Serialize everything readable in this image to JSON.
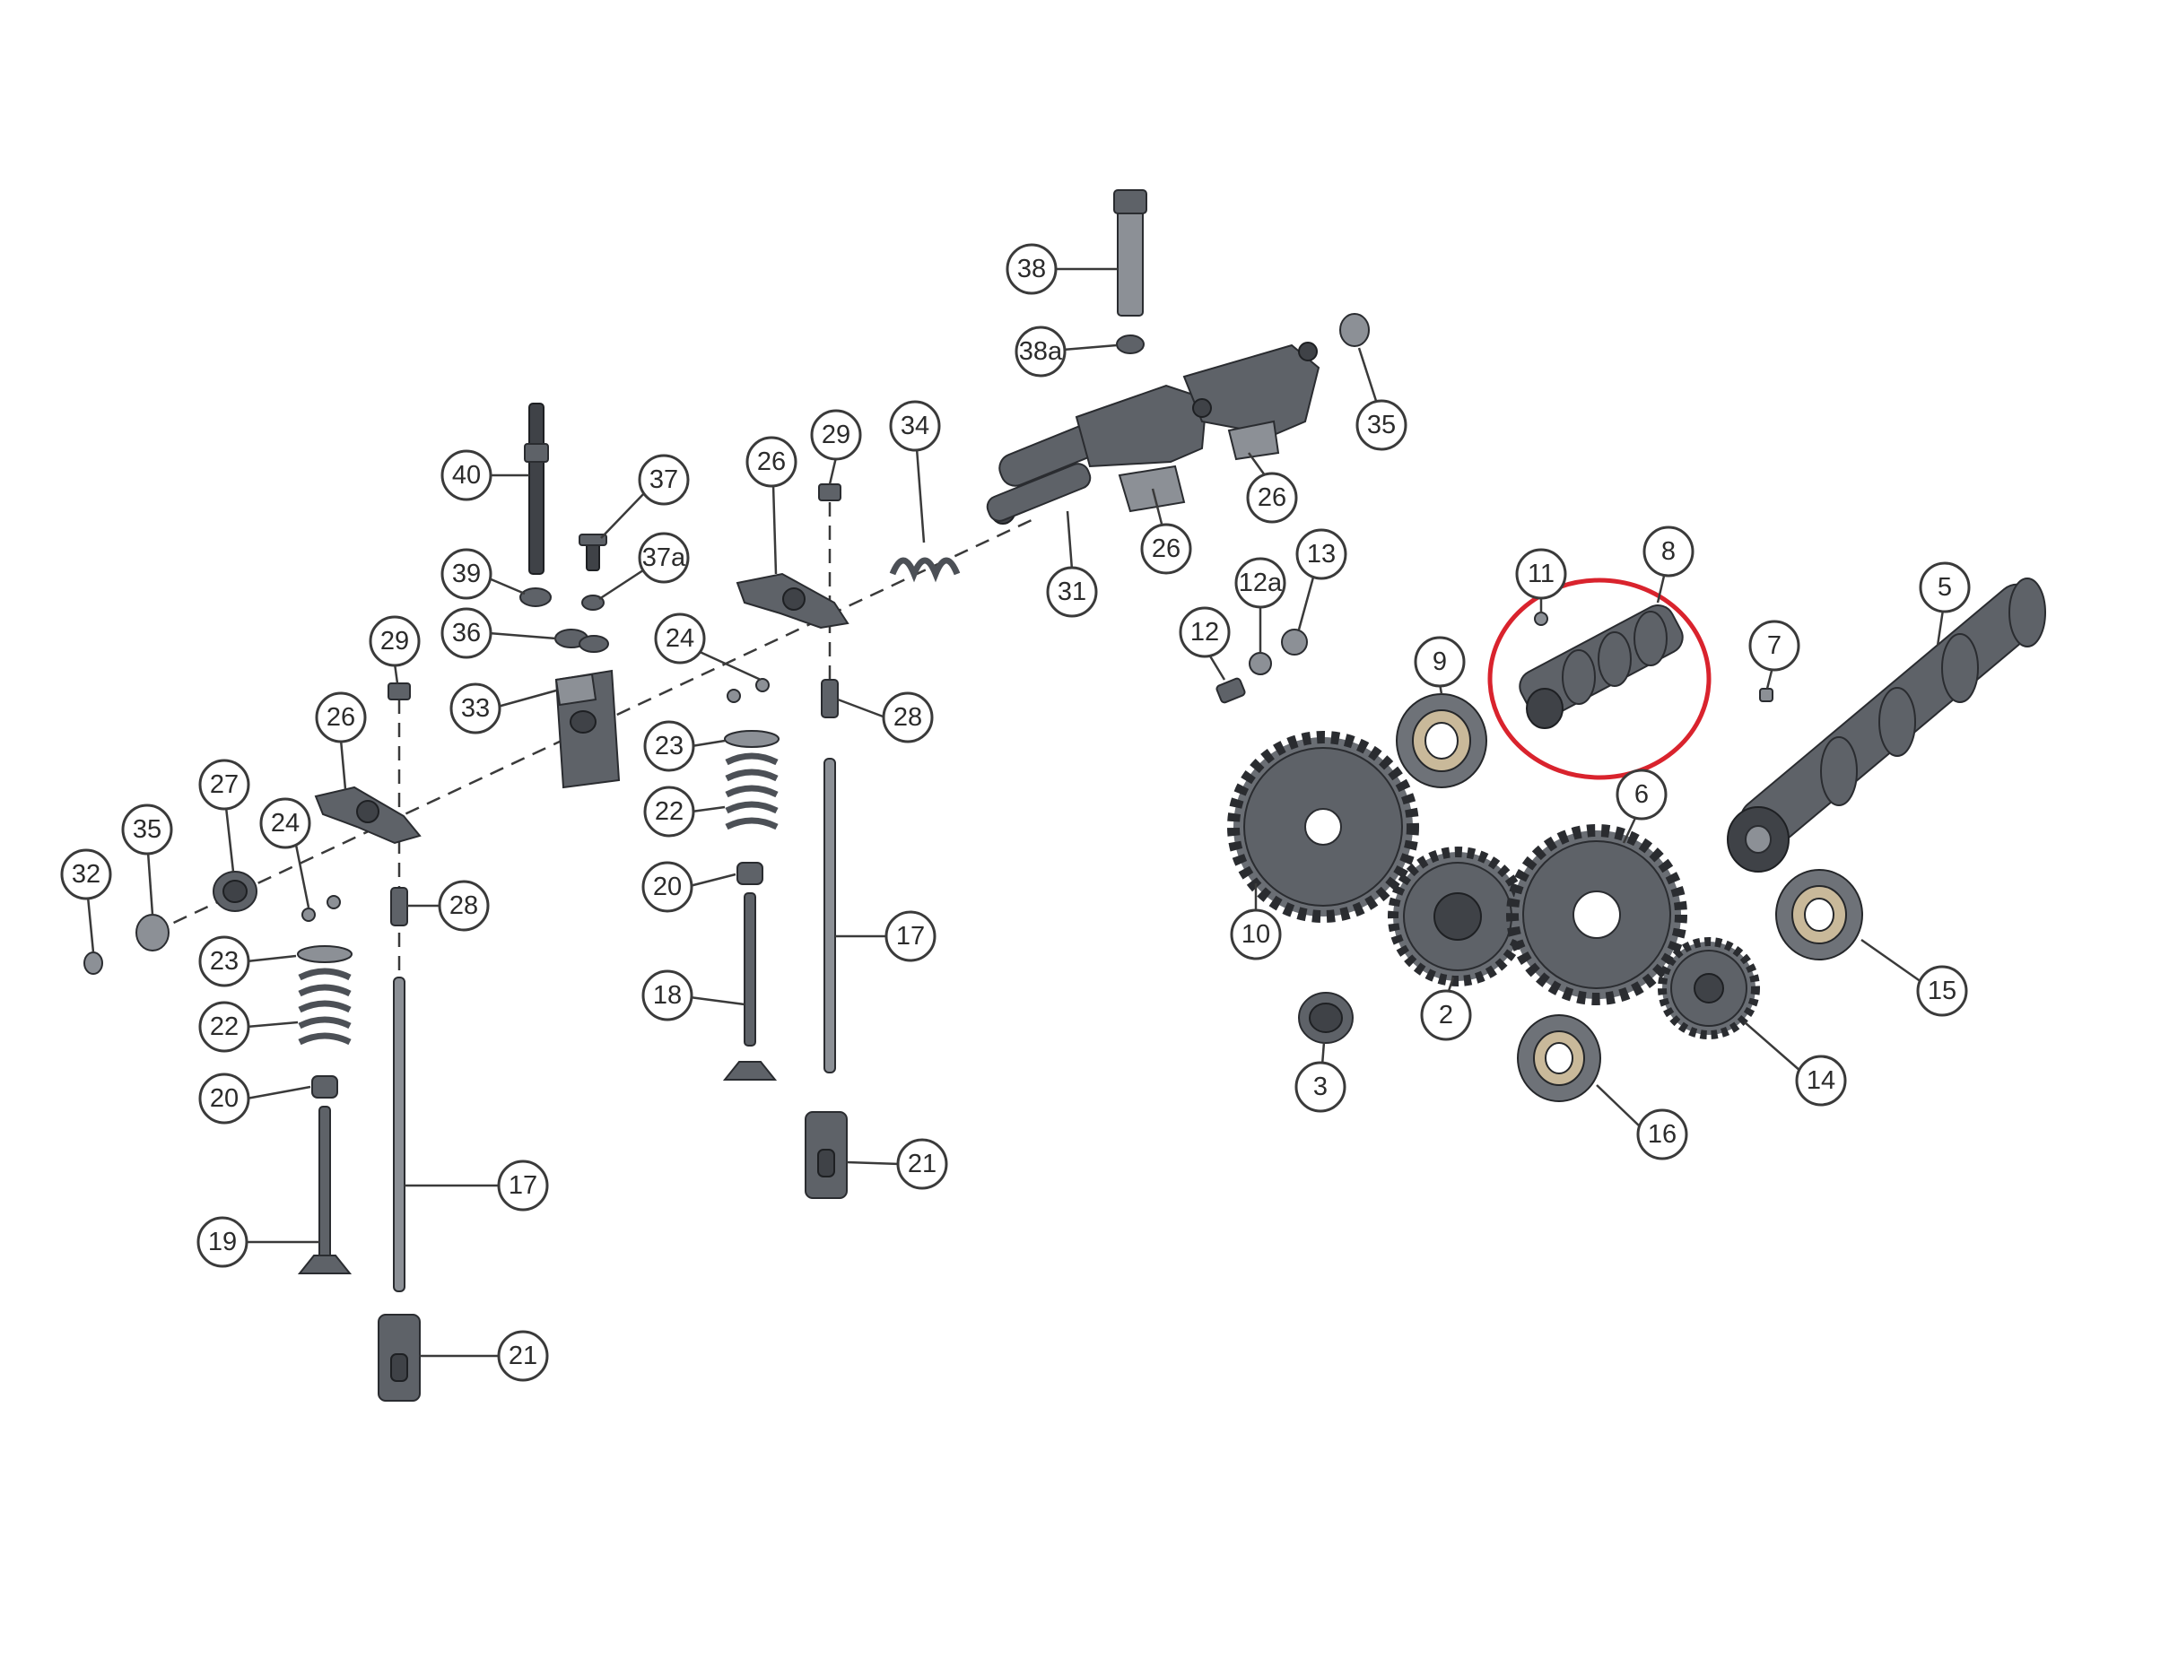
{
  "diagram": {
    "highlight_color": "#d9232d",
    "part_color": "#5e6268",
    "callout_color": "#3a3a3a",
    "callouts": [
      {
        "id": "c40",
        "label": "40"
      },
      {
        "id": "c37",
        "label": "37"
      },
      {
        "id": "c39",
        "label": "39"
      },
      {
        "id": "c37a",
        "label": "37a"
      },
      {
        "id": "c36",
        "label": "36"
      },
      {
        "id": "c33",
        "label": "33"
      },
      {
        "id": "c29a",
        "label": "29"
      },
      {
        "id": "c29b",
        "label": "29"
      },
      {
        "id": "c26a",
        "label": "26"
      },
      {
        "id": "c26b",
        "label": "26"
      },
      {
        "id": "c26c",
        "label": "26"
      },
      {
        "id": "c26d",
        "label": "26"
      },
      {
        "id": "c24a",
        "label": "24"
      },
      {
        "id": "c24b",
        "label": "24"
      },
      {
        "id": "c34",
        "label": "34"
      },
      {
        "id": "c31",
        "label": "31"
      },
      {
        "id": "c38",
        "label": "38"
      },
      {
        "id": "c38a",
        "label": "38a"
      },
      {
        "id": "c35a",
        "label": "35"
      },
      {
        "id": "c35b",
        "label": "35"
      },
      {
        "id": "c32",
        "label": "32"
      },
      {
        "id": "c27",
        "label": "27"
      },
      {
        "id": "c23a",
        "label": "23"
      },
      {
        "id": "c23b",
        "label": "23"
      },
      {
        "id": "c22a",
        "label": "22"
      },
      {
        "id": "c22b",
        "label": "22"
      },
      {
        "id": "c20a",
        "label": "20"
      },
      {
        "id": "c20b",
        "label": "20"
      },
      {
        "id": "c19",
        "label": "19"
      },
      {
        "id": "c18",
        "label": "18"
      },
      {
        "id": "c17a",
        "label": "17"
      },
      {
        "id": "c17b",
        "label": "17"
      },
      {
        "id": "c21a",
        "label": "21"
      },
      {
        "id": "c21b",
        "label": "21"
      },
      {
        "id": "c28a",
        "label": "28"
      },
      {
        "id": "c28b",
        "label": "28"
      },
      {
        "id": "c12",
        "label": "12"
      },
      {
        "id": "c12a",
        "label": "12a"
      },
      {
        "id": "c13",
        "label": "13"
      },
      {
        "id": "c11",
        "label": "11"
      },
      {
        "id": "c8",
        "label": "8"
      },
      {
        "id": "c9",
        "label": "9"
      },
      {
        "id": "c7",
        "label": "7"
      },
      {
        "id": "c5",
        "label": "5"
      },
      {
        "id": "c6",
        "label": "6"
      },
      {
        "id": "c10",
        "label": "10"
      },
      {
        "id": "c2",
        "label": "2"
      },
      {
        "id": "c3",
        "label": "3"
      },
      {
        "id": "c14",
        "label": "14"
      },
      {
        "id": "c15",
        "label": "15"
      },
      {
        "id": "c16",
        "label": "16"
      }
    ]
  }
}
